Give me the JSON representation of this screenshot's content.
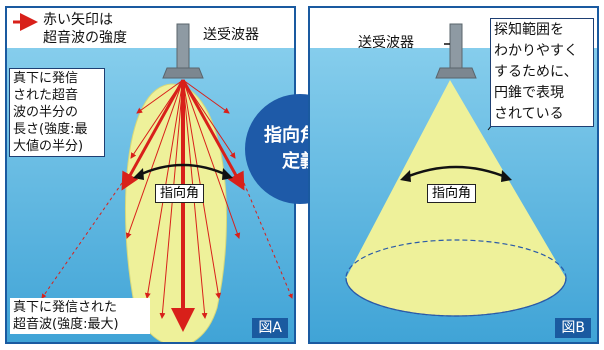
{
  "panelA": {
    "legend_line1": "赤い矢印は",
    "legend_line2": "超音波の強度",
    "sensor_label": "送受波器",
    "half_label_lines": [
      "真下に発信",
      "された超音",
      "波の半分の",
      "長さ(強度:最",
      "大値の半分)"
    ],
    "angle_label": "指向角",
    "bottom_line1": "真下に発信された",
    "bottom_line2": "超音波(強度:最大)",
    "fig_label": "図A"
  },
  "center": {
    "line1": "指向角の",
    "line2": "定義"
  },
  "panelB": {
    "sensor_label": "送受波器",
    "cone_lines": [
      "探知範囲を",
      "わかりやすく",
      "するために、",
      "円錐で表現",
      "されている"
    ],
    "angle_label": "指向角",
    "fig_label": "図B"
  },
  "colors": {
    "border": "#1a5aa0",
    "water_top": "#8fd3ef",
    "water_bottom": "#3fa3d6",
    "beam_fill": "#eef19a",
    "arrow": "#d8201a",
    "center_circle": "#1e5aa8"
  }
}
